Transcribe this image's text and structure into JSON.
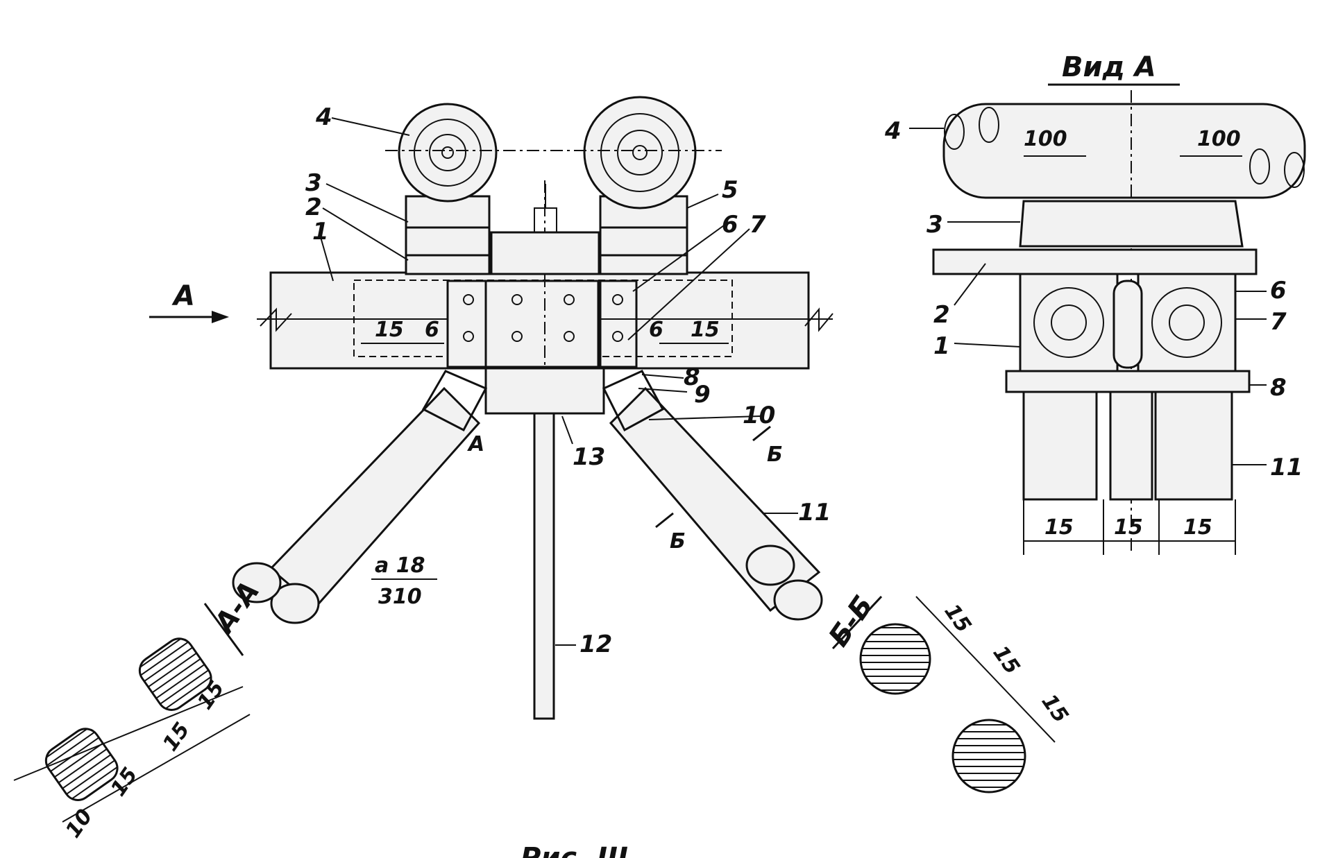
{
  "labels": {
    "view_a": "Вид А",
    "section_aa": "А-А",
    "section_bb": "Б-Б",
    "arrow_a": "А",
    "cut_a_small": "А",
    "cut_b_1": "Б",
    "cut_b_2": "Б",
    "fraction_top": "а 18",
    "fraction_bottom": "310"
  },
  "main_parts": [
    "1",
    "2",
    "3",
    "4",
    "5",
    "6",
    "7",
    "8",
    "9",
    "10",
    "11",
    "12",
    "13"
  ],
  "view_parts": [
    "1",
    "2",
    "3",
    "4",
    "6",
    "7",
    "8",
    "11"
  ],
  "dimensions": {
    "main_left": [
      "15",
      "6"
    ],
    "main_right": [
      "6",
      "15"
    ],
    "view_top": [
      "100",
      "100"
    ],
    "view_bottom": [
      "15",
      "15",
      "15"
    ],
    "section_aa": [
      "15",
      "15",
      "15",
      "10"
    ],
    "section_bb": [
      "15",
      "15",
      "15"
    ]
  },
  "caption_fragment": "Рис. III"
}
